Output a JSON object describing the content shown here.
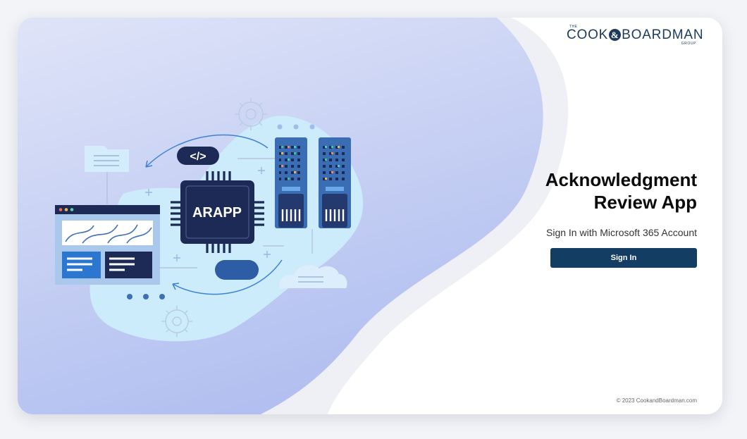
{
  "brand": {
    "logo_the": "THE",
    "logo_cook": "COOK",
    "logo_amp": "&",
    "logo_boardman": "BOARDMAN",
    "logo_group": "GROUP",
    "color": "#1b3a5c"
  },
  "hero": {
    "chip_label": "ARAPP",
    "code_badge": "</>",
    "colors": {
      "background_light": "#dfe4f8",
      "background_dark": "#b2bff0",
      "blob": "#ccebfb",
      "navy": "#1c2a55",
      "server_blue": "#3c6fb3",
      "accent": "#2b7fd4"
    }
  },
  "login": {
    "title_line1": "Acknowledgment",
    "title_line2": "Review App",
    "subtitle": "Sign In with Microsoft 365 Account",
    "signin_label": "Sign In",
    "button_color": "#133d63"
  },
  "footer": {
    "copyright": "© 2023 CookandBoardman.com"
  }
}
